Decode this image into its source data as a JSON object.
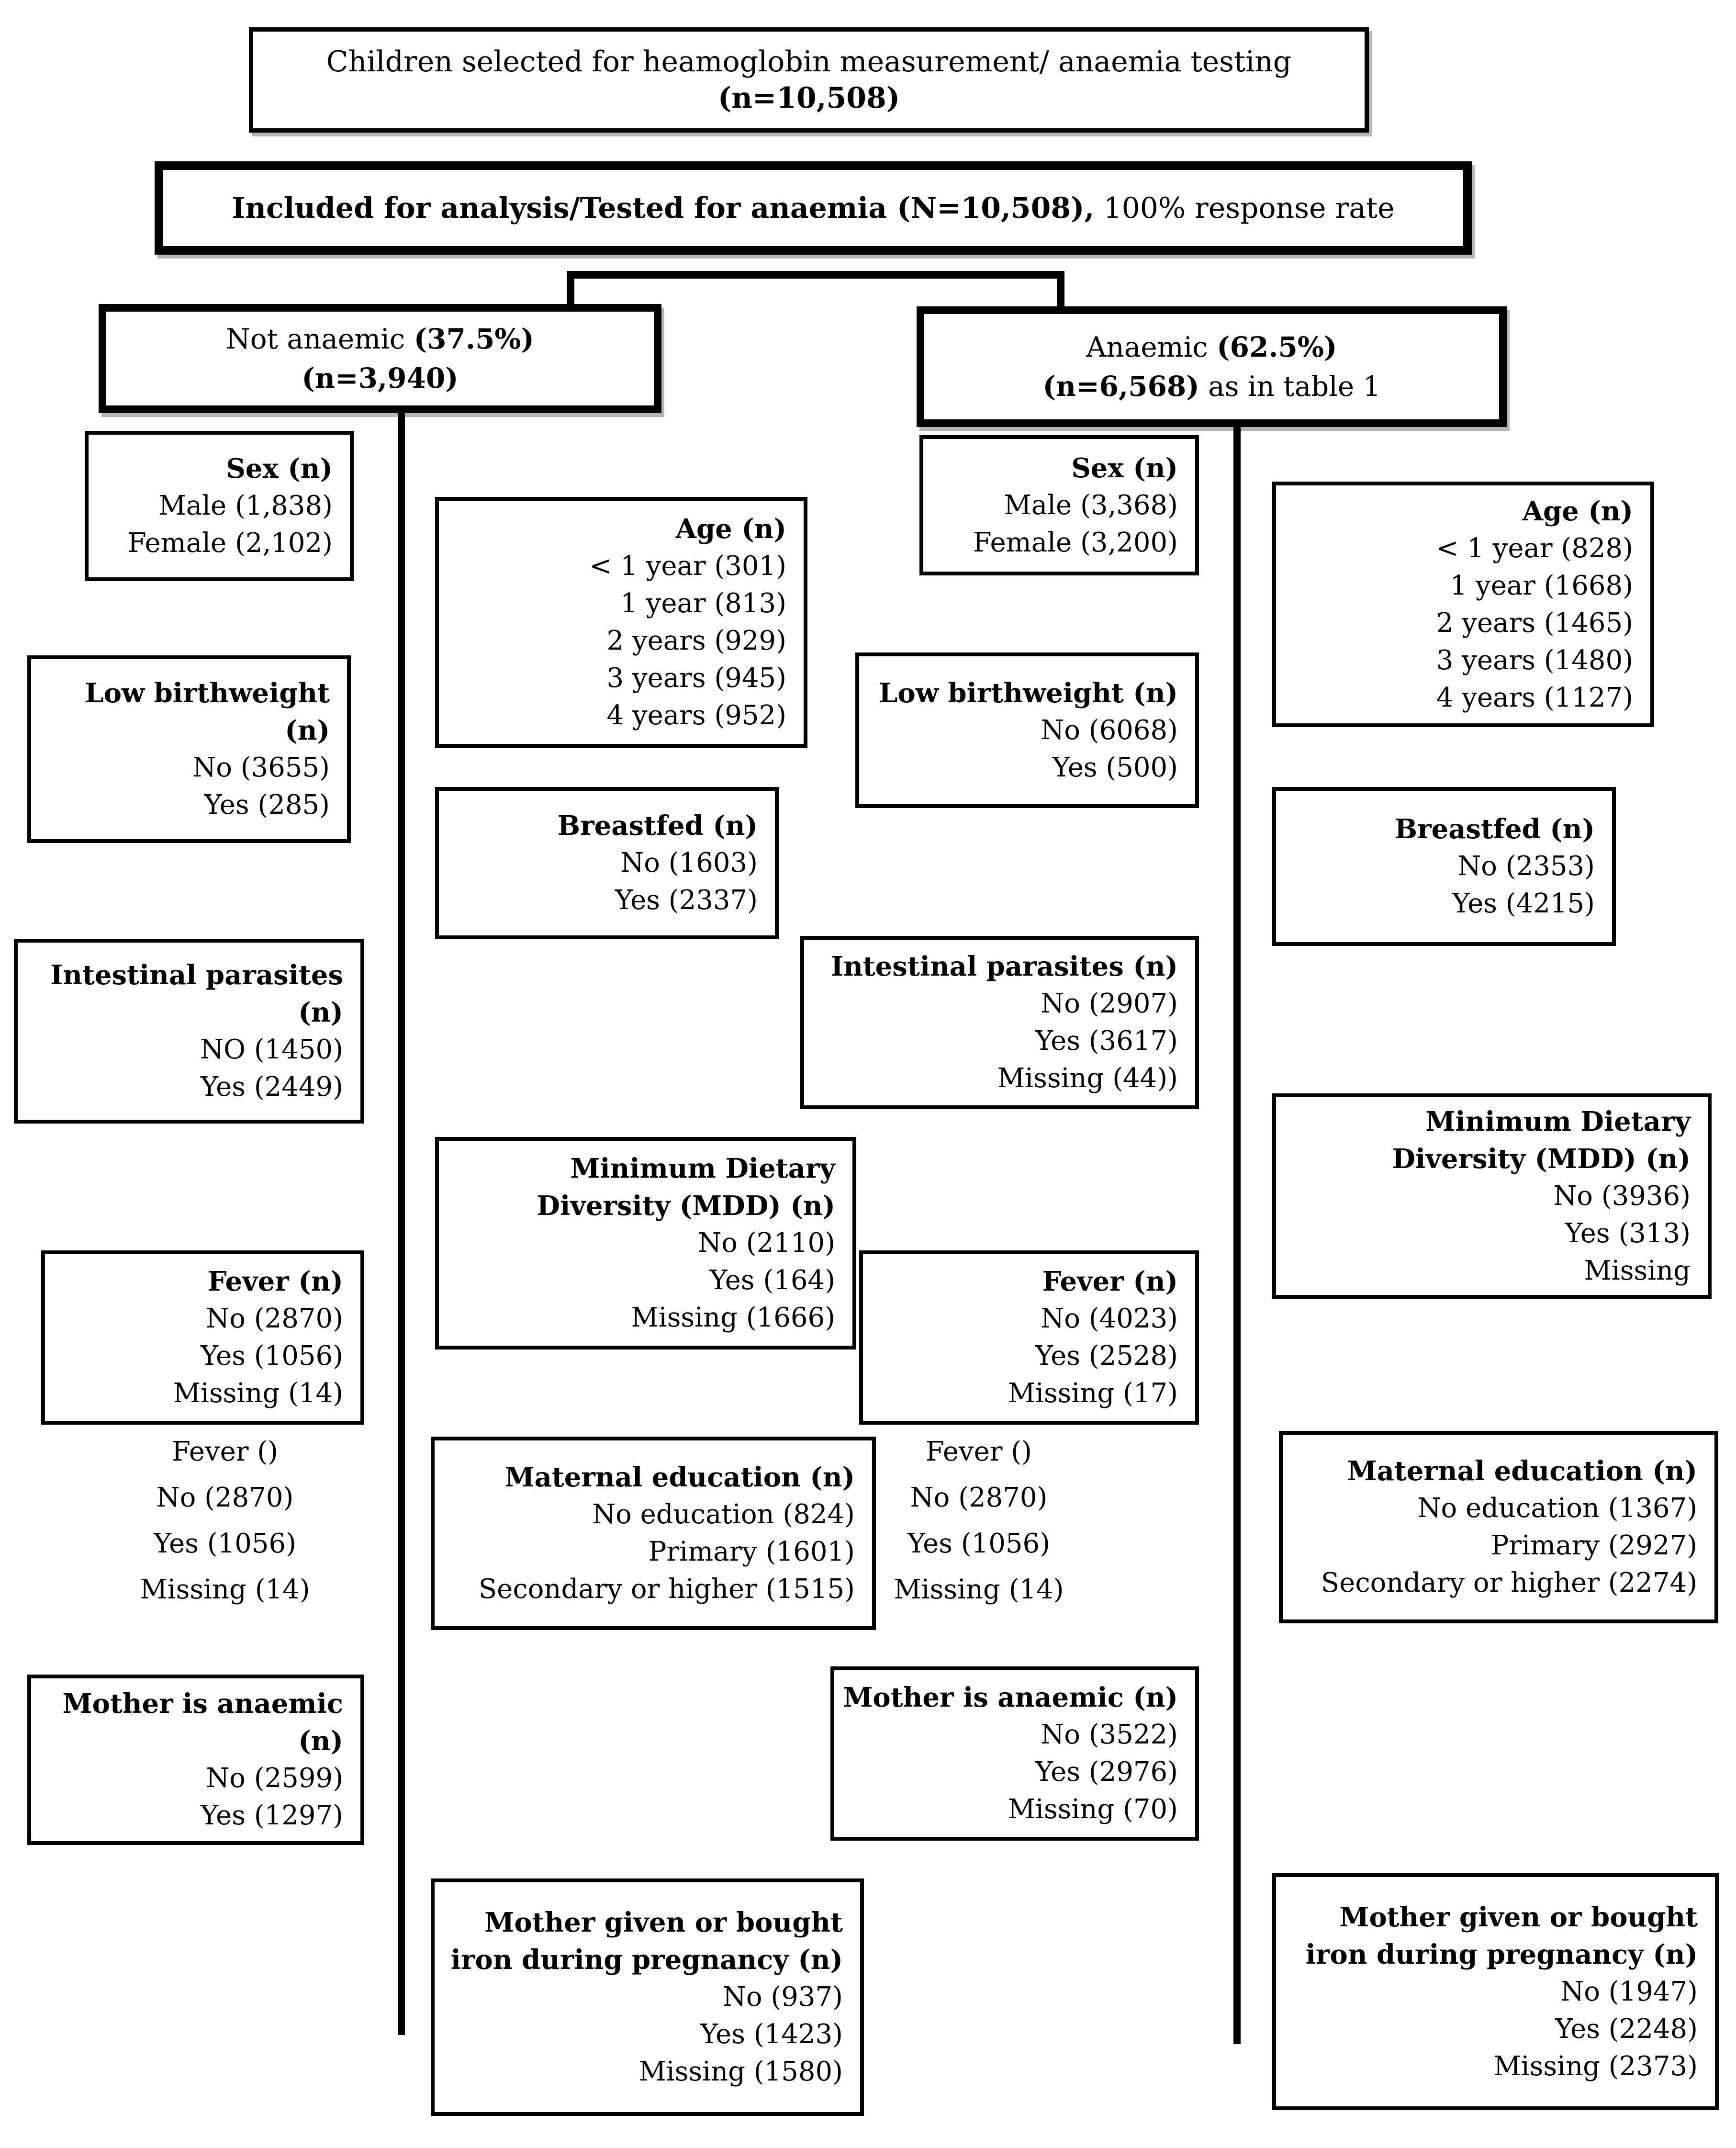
{
  "colors": {
    "border": "#000000",
    "background": "#ffffff",
    "text": "#000000"
  },
  "top": {
    "box1_normal": "Children selected for heamoglobin measurement/ anaemia testing ",
    "box1_bold": "(n=10,508)",
    "box2_bold": "Included for analysis/Tested for anaemia (N=10,508),",
    "box2_normal": " 100% response rate"
  },
  "branches": {
    "not_anaemic": {
      "line1_normal": "Not anaemic ",
      "line1_bold": "(37.5%)",
      "line2_bold": "(n=3,940)"
    },
    "anaemic": {
      "line1_normal": "Anaemic ",
      "line1_bold": "(62.5%)",
      "line2_bold": "(n=6,568)",
      "line2_normal": " as in table 1"
    }
  },
  "boxes": {
    "na_sex": {
      "title_lines": [
        "Sex (n)"
      ],
      "values": [
        "Male (1,838)",
        "Female (2,102)"
      ]
    },
    "na_age": {
      "title_lines": [
        "Age (n)"
      ],
      "values": [
        "< 1 year (301)",
        "1 year (813)",
        "2 years (929)",
        "3 years (945)",
        "4 years (952)"
      ]
    },
    "na_lowbw": {
      "title_lines": [
        "Low birthweight",
        "(n)"
      ],
      "values": [
        "No (3655)",
        "Yes (285)"
      ]
    },
    "na_breastfed": {
      "title_lines": [
        "Breastfed (n)"
      ],
      "values": [
        "No (1603)",
        "Yes (2337)"
      ]
    },
    "na_parasites": {
      "title_lines": [
        "Intestinal parasites",
        "(n)"
      ],
      "values": [
        "NO (1450)",
        "Yes (2449)"
      ]
    },
    "na_mdd": {
      "title_lines": [
        "Minimum Dietary",
        "Diversity (MDD) (n)"
      ],
      "values": [
        "No (2110)",
        "Yes (164)",
        "Missing (1666)"
      ]
    },
    "na_fever": {
      "title_lines": [
        "Fever (n)"
      ],
      "values": [
        "No (2870)",
        "Yes (1056)",
        "Missing (14)"
      ]
    },
    "na_fever_text": {
      "lines": [
        "Fever ()",
        "No (2870)",
        "Yes (1056)",
        "Missing (14)"
      ]
    },
    "na_matedu": {
      "title_lines": [
        "Maternal education (n)"
      ],
      "values": [
        "No education (824)",
        "Primary (1601)",
        "Secondary or higher (1515)"
      ]
    },
    "na_mother_anaemic": {
      "title_lines": [
        "Mother is anaemic",
        "(n)"
      ],
      "values": [
        "No (2599)",
        "Yes (1297)"
      ]
    },
    "na_iron": {
      "title_lines": [
        "Mother given or bought",
        "iron during pregnancy (n)"
      ],
      "values": [
        "No (937)",
        "Yes (1423)",
        "Missing (1580)"
      ]
    },
    "an_sex": {
      "title_lines": [
        "Sex (n)"
      ],
      "values": [
        "Male (3,368)",
        "Female (3,200)"
      ]
    },
    "an_age": {
      "title_lines": [
        "Age (n)"
      ],
      "values": [
        "< 1 year (828)",
        "1 year (1668)",
        "2 years (1465)",
        "3 years (1480)",
        "4 years (1127)"
      ]
    },
    "an_lowbw": {
      "title_lines": [
        "Low birthweight (n)"
      ],
      "values": [
        "No (6068)",
        "Yes (500)"
      ]
    },
    "an_breastfed": {
      "title_lines": [
        "Breastfed (n)"
      ],
      "values": [
        "No (2353)",
        "Yes (4215)"
      ]
    },
    "an_parasites": {
      "title_lines": [
        "Intestinal parasites (n)"
      ],
      "values": [
        "No (2907)",
        "Yes (3617)",
        "Missing (44))"
      ]
    },
    "an_mdd": {
      "title_lines": [
        "Minimum Dietary",
        "Diversity (MDD) (n)"
      ],
      "values": [
        "No (3936)",
        "Yes (313)",
        "Missing"
      ]
    },
    "an_fever": {
      "title_lines": [
        "Fever (n)"
      ],
      "values": [
        "No (4023)",
        "Yes (2528)",
        "Missing (17)"
      ]
    },
    "an_fever_text": {
      "lines": [
        "Fever ()",
        "No (2870)",
        "Yes (1056)",
        "Missing (14)"
      ]
    },
    "an_matedu": {
      "title_lines": [
        "Maternal education (n)"
      ],
      "values": [
        "No education (1367)",
        "Primary (2927)",
        "Secondary or higher (2274)"
      ]
    },
    "an_mother_anaemic": {
      "title_lines": [
        "Mother is anaemic (n)"
      ],
      "values": [
        "No (3522)",
        "Yes (2976)",
        "Missing (70)"
      ]
    },
    "an_iron": {
      "title_lines": [
        "Mother given or bought",
        "iron during pregnancy (n)"
      ],
      "values": [
        "No (1947)",
        "Yes (2248)",
        "Missing (2373)"
      ]
    }
  }
}
